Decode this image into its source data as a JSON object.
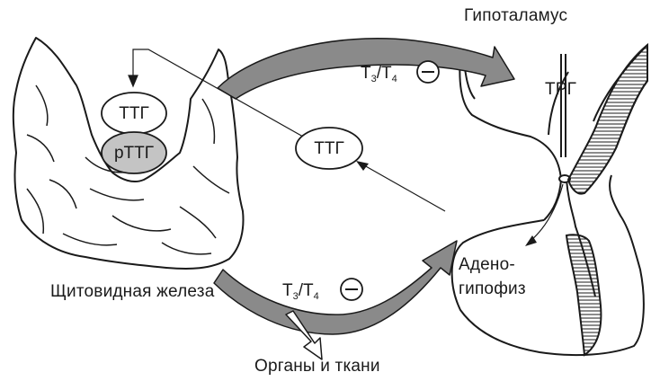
{
  "labels": {
    "hypothalamus": "Гипоталамус",
    "trh": "ТРГ",
    "thyroid": "Щитовидная железа",
    "organs": "Органы и ткани",
    "adeno_line1": "Адено-",
    "adeno_line2": "гипофиз",
    "ttg_left": "ТТГ",
    "rttg": "рТТГ",
    "ttg_center": "ТТГ"
  },
  "formula_top": {
    "t3": "T",
    "t3_sub": "3",
    "slash": "/T",
    "t4_sub": "4",
    "sign": "−"
  },
  "formula_bottom": {
    "t3": "T",
    "t3_sub": "3",
    "slash": "/T",
    "t4_sub": "4",
    "sign": "−"
  },
  "colors": {
    "ink": "#1a1a1a",
    "arrow_fill": "#8a8a8a",
    "rttg_fill": "#c4c4c4"
  }
}
